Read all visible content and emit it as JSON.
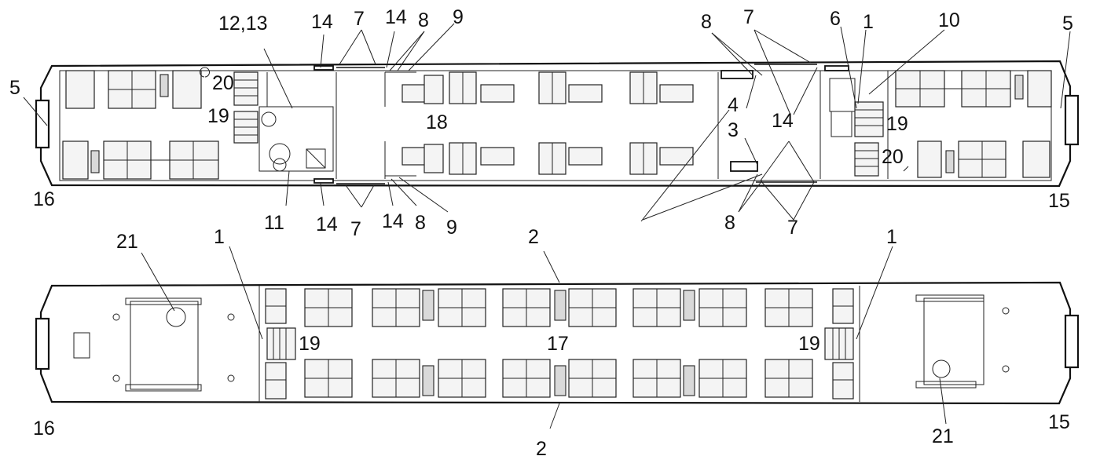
{
  "diagram": {
    "labels": {
      "upper": [
        {
          "id": "u5l",
          "text": "5"
        },
        {
          "id": "u16",
          "text": "16"
        },
        {
          "id": "u20l",
          "text": "20"
        },
        {
          "id": "u19l",
          "text": "19"
        },
        {
          "id": "u1213",
          "text": "12,13"
        },
        {
          "id": "u14a",
          "text": "14"
        },
        {
          "id": "u7a",
          "text": "7"
        },
        {
          "id": "u14b",
          "text": "14"
        },
        {
          "id": "u8a",
          "text": "8"
        },
        {
          "id": "u9a",
          "text": "9"
        },
        {
          "id": "u18",
          "text": "18"
        },
        {
          "id": "u11",
          "text": "11"
        },
        {
          "id": "u14c",
          "text": "14"
        },
        {
          "id": "u7b",
          "text": "7"
        },
        {
          "id": "u14d",
          "text": "14"
        },
        {
          "id": "u8b",
          "text": "8"
        },
        {
          "id": "u9b",
          "text": "9"
        },
        {
          "id": "u8c",
          "text": "8"
        },
        {
          "id": "u7c",
          "text": "7"
        },
        {
          "id": "u4",
          "text": "4"
        },
        {
          "id": "u14e",
          "text": "14"
        },
        {
          "id": "u3",
          "text": "3"
        },
        {
          "id": "u8d",
          "text": "8"
        },
        {
          "id": "u7d",
          "text": "7"
        },
        {
          "id": "u6",
          "text": "6"
        },
        {
          "id": "u1",
          "text": "1"
        },
        {
          "id": "u10",
          "text": "10"
        },
        {
          "id": "u5r",
          "text": "5"
        },
        {
          "id": "u19r",
          "text": "19"
        },
        {
          "id": "u20r",
          "text": "20"
        },
        {
          "id": "u15",
          "text": "15"
        }
      ],
      "lower": [
        {
          "id": "l21a",
          "text": "21"
        },
        {
          "id": "l1a",
          "text": "1"
        },
        {
          "id": "l2t",
          "text": "2"
        },
        {
          "id": "l1b",
          "text": "1"
        },
        {
          "id": "l19a",
          "text": "19"
        },
        {
          "id": "l17",
          "text": "17"
        },
        {
          "id": "l19b",
          "text": "19"
        },
        {
          "id": "l16",
          "text": "16"
        },
        {
          "id": "l2b",
          "text": "2"
        },
        {
          "id": "l21b",
          "text": "21"
        },
        {
          "id": "l15",
          "text": "15"
        }
      ]
    }
  }
}
